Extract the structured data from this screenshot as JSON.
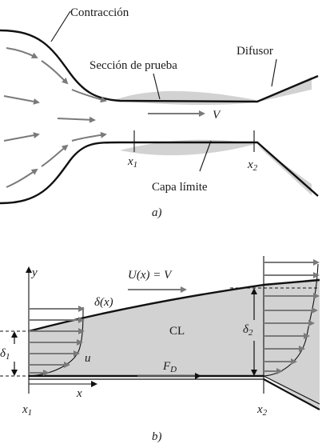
{
  "panel_a": {
    "labels": {
      "contraction": "Contracción",
      "diffuser": "Difusor",
      "test_section": "Sección de prueba",
      "velocity": "V",
      "x1": "x",
      "x1_sub": "1",
      "x2": "x",
      "x2_sub": "2",
      "boundary_layer": "Capa límite",
      "caption": "a)"
    }
  },
  "panel_b": {
    "labels": {
      "y_axis": "y",
      "x_axis": "x",
      "free_stream": "U(x) = V",
      "delta_x": "δ(x)",
      "cl": "CL",
      "delta1": "δ",
      "delta1_sub": "1",
      "delta2": "δ",
      "delta2_sub": "2",
      "u": "u",
      "drag": "F",
      "drag_sub": "D",
      "x1": "x",
      "x1_sub": "1",
      "x2": "x",
      "x2_sub": "2",
      "caption": "b)"
    }
  }
}
